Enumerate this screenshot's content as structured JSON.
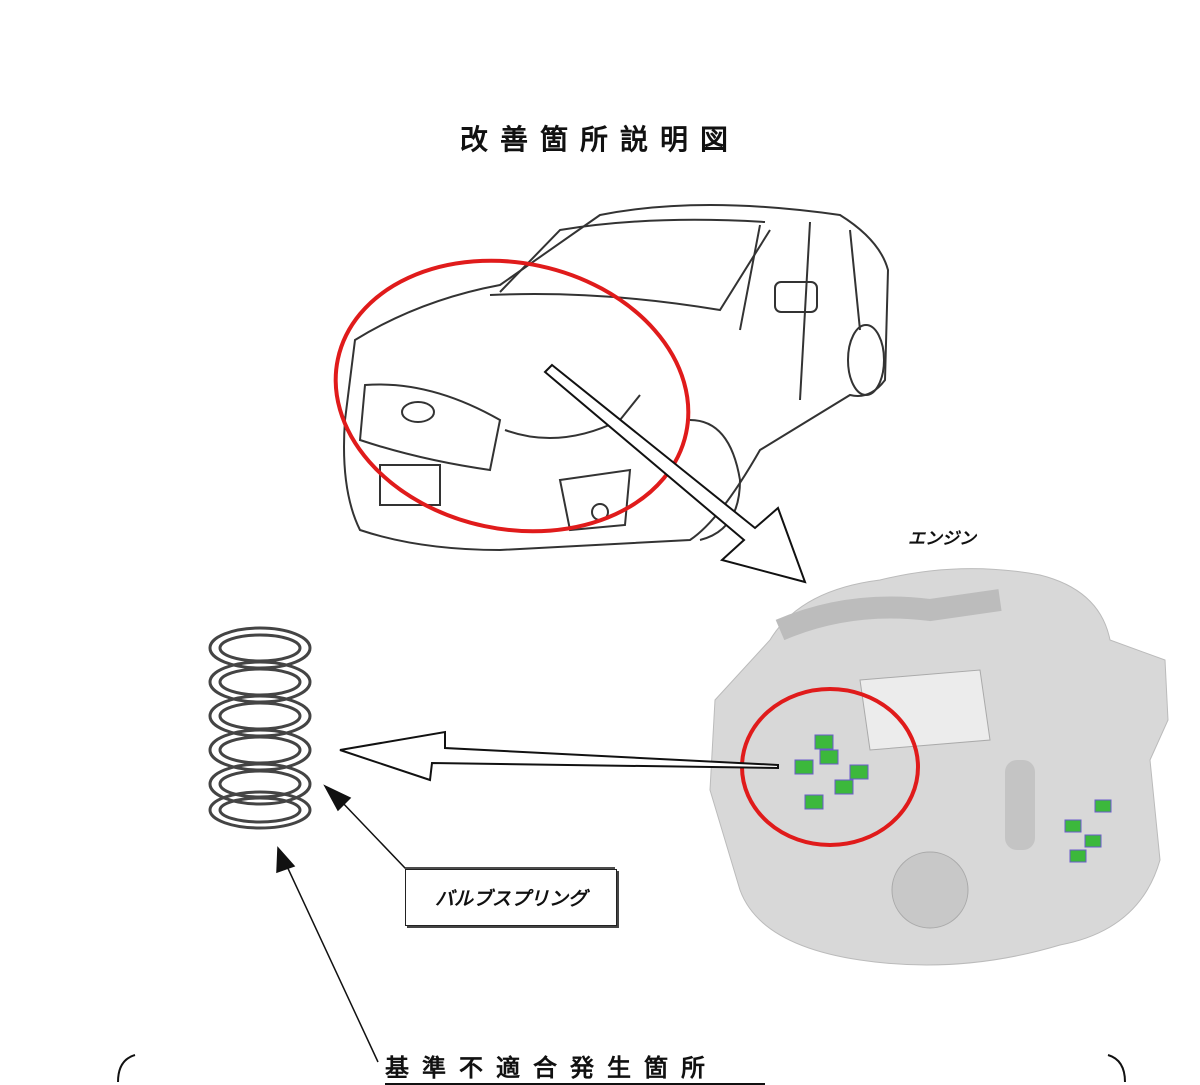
{
  "title": "改善箇所説明図",
  "labels": {
    "engine": "エンジン",
    "valve_spring": "バルブスプリング",
    "nonconformity_location": "基準不適合発生箇所"
  },
  "colors": {
    "highlight": "#e01b1b",
    "valve_part": "#3cb83c"
  }
}
